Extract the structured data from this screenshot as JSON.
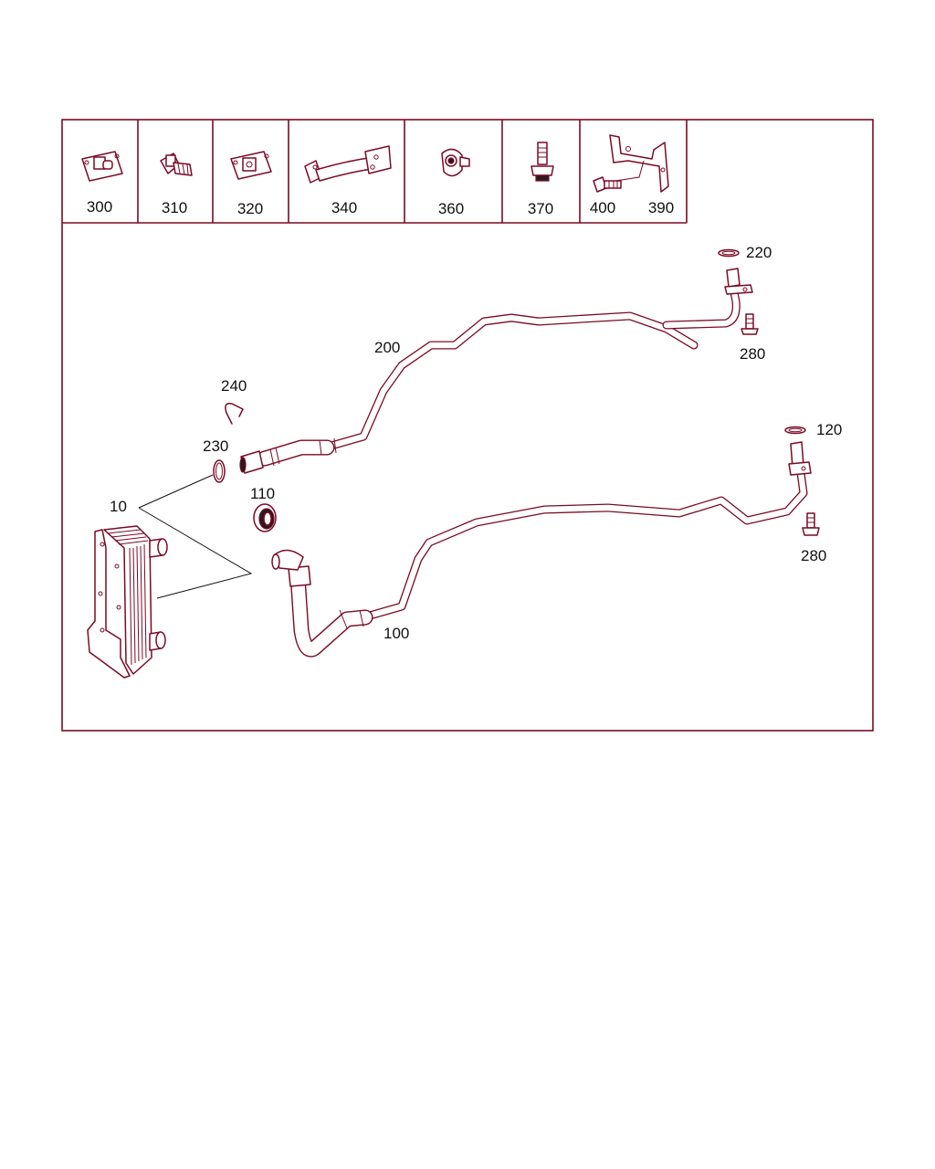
{
  "legend_cells": [
    {
      "label": "300",
      "icon": "plate-nut-icon"
    },
    {
      "label": "310",
      "icon": "flange-bolt-icon"
    },
    {
      "label": "320",
      "icon": "plate-icon"
    },
    {
      "label": "340",
      "icon": "bracket-strap-icon"
    },
    {
      "label": "360",
      "icon": "pipe-clip-icon"
    },
    {
      "label": "370",
      "icon": "stud-bolt-icon"
    },
    {
      "label": "400",
      "icon": "screw-icon"
    },
    {
      "label": "390",
      "icon": "mounting-bracket-icon"
    }
  ],
  "callouts": {
    "c10": "10",
    "c100": "100",
    "c110": "110",
    "c120": "120",
    "c200": "200",
    "c220": "220",
    "c230": "230",
    "c240": "240",
    "c280a": "280",
    "c280b": "280"
  },
  "colors": {
    "line": "#7a0a24",
    "text": "#111111",
    "background": "#ffffff"
  }
}
